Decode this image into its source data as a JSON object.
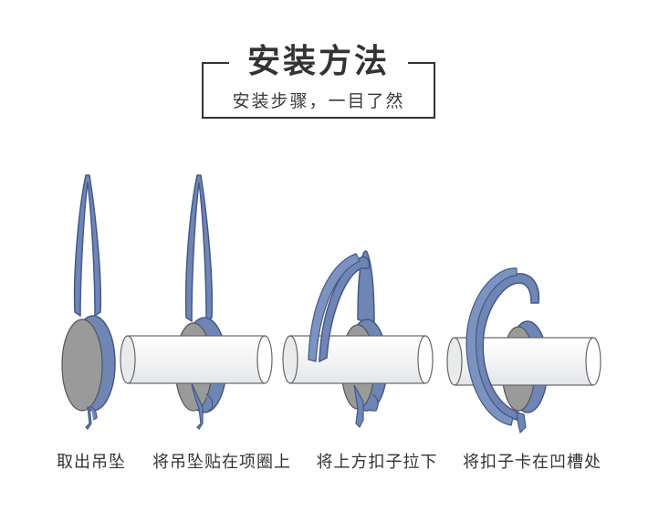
{
  "header": {
    "title": "安装方法",
    "subtitle": "安装步骤，一目了然"
  },
  "steps": [
    {
      "label": "取出吊坠"
    },
    {
      "label": "将吊坠贴在项圈上"
    },
    {
      "label": "将上方扣子拉下"
    },
    {
      "label": "将扣子卡在凹槽处"
    }
  ],
  "colors": {
    "clip": "#6f86b5",
    "clip_outline": "#44598a",
    "pendant": "#9a9a9a",
    "collar": "#f2f3f4",
    "text": "#333333"
  }
}
